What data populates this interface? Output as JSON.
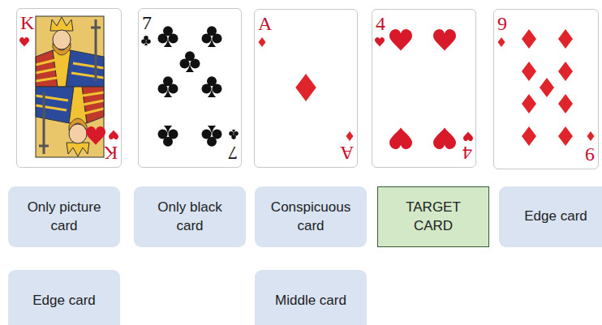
{
  "diagram": {
    "nodes": [
      {
        "text": [
          "K",
          "K"
        ]
      },
      {
        "text": [
          "7",
          "7"
        ]
      },
      {
        "text": [
          "A",
          "A"
        ]
      },
      {
        "text": [
          "4",
          "4"
        ]
      },
      {
        "text": [
          "9",
          "9"
        ]
      },
      {
        "text": [
          "Only picture card"
        ]
      },
      {
        "text": [
          "Only black card"
        ]
      },
      {
        "text": [
          "Conspicuous card"
        ]
      },
      {
        "text": [
          "TARGET CARD"
        ]
      },
      {
        "text": [
          "Edge card"
        ]
      },
      {
        "text": [
          "Edge card"
        ]
      },
      {
        "text": [
          "Middle card"
        ]
      }
    ]
  }
}
